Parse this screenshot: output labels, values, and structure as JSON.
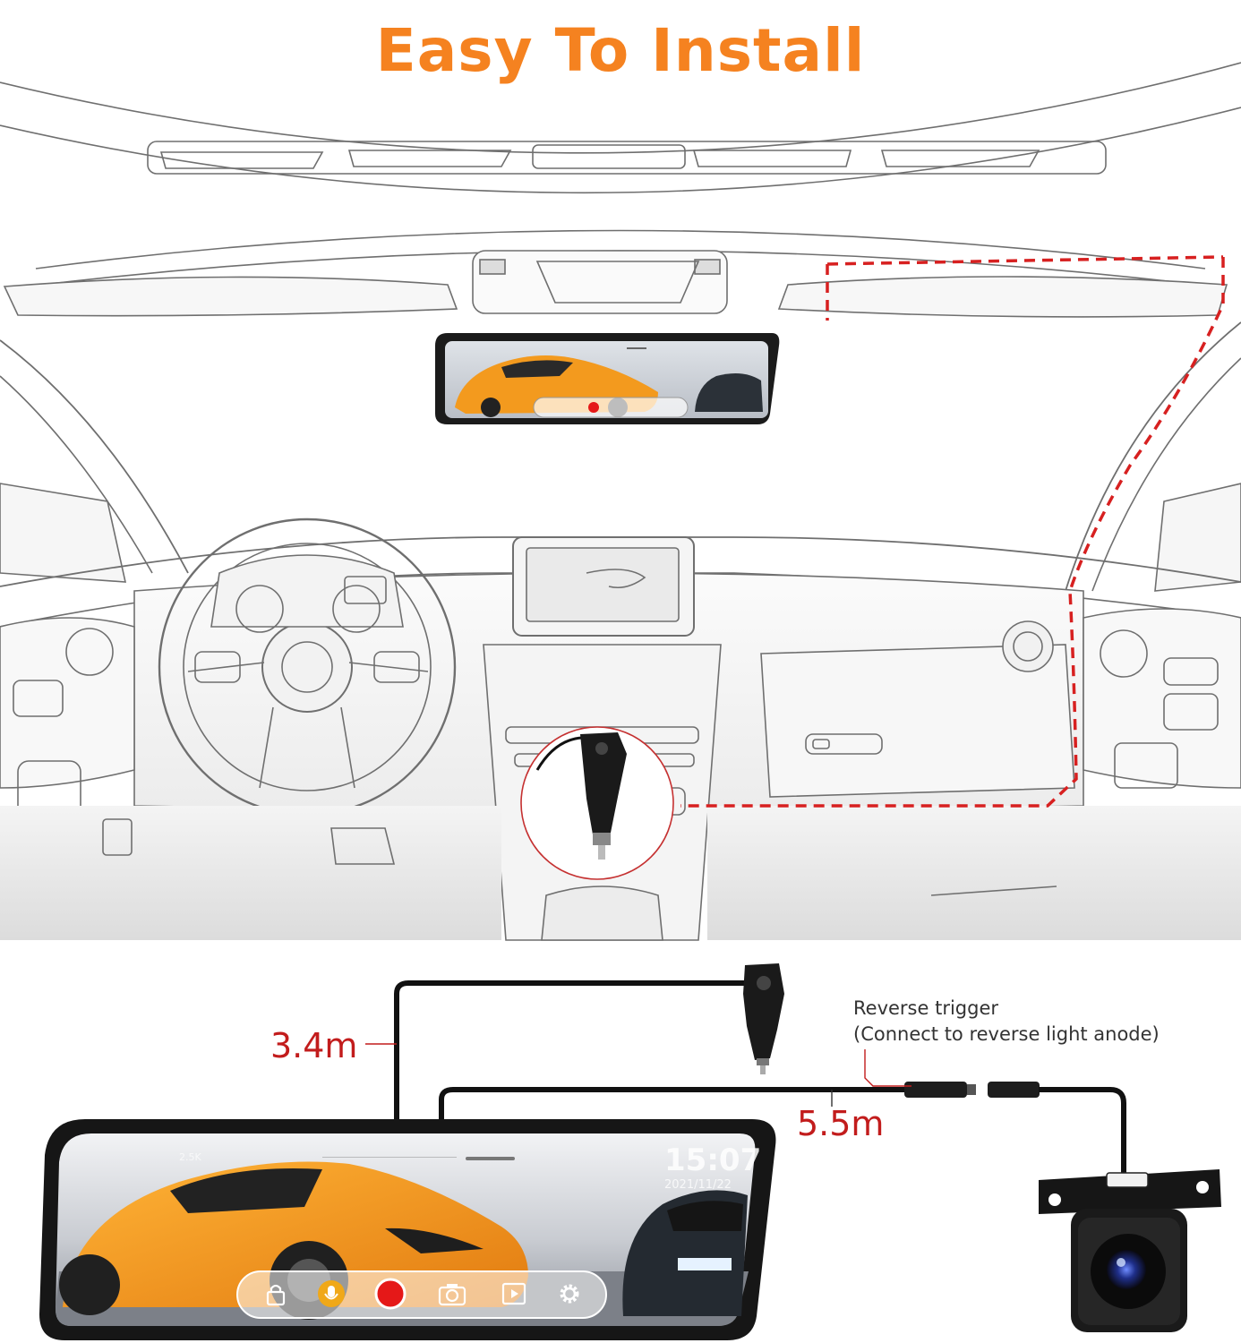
{
  "title": "Easy To Install",
  "colors": {
    "title": "#f58220",
    "route_dash": "#d72020",
    "length_label": "#c21c1c",
    "car_orange": "#f39a1e"
  },
  "cables": {
    "power_length": "3.4m",
    "rear_length": "5.5m"
  },
  "reverse_trigger": {
    "line1": "Reverse trigger",
    "line2": "(Connect to reverse light anode)"
  },
  "mirror_screen": {
    "time": "15:07",
    "date": "2021/11/22"
  },
  "icons": {
    "lock": "lock-icon",
    "mic": "microphone-icon",
    "record": "record-icon",
    "camera": "camera-icon",
    "playback": "play-icon",
    "settings": "gear-icon"
  }
}
